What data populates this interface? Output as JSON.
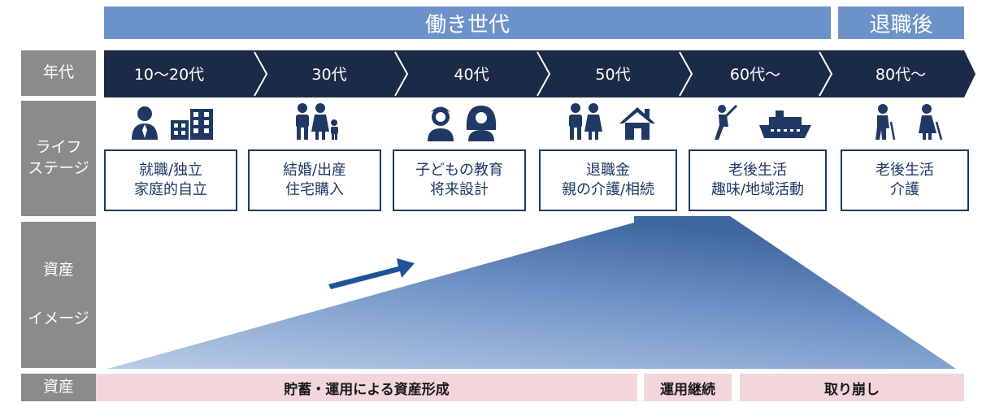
{
  "header": {
    "working_label": "働き世代",
    "retired_label": "退職後"
  },
  "row_labels": {
    "age": "年代",
    "life_stage_line1": "ライフ",
    "life_stage_line2": "ステージ",
    "asset_image_line1": "資産",
    "asset_image_line2": "イメージ",
    "asset": "資産"
  },
  "ages": [
    "10～20代",
    "30代",
    "40代",
    "50代",
    "60代～",
    "80代～"
  ],
  "stages": [
    {
      "line1": "就職/独立",
      "line2": "家庭的自立",
      "icons": [
        "businessman-icon",
        "building-icon"
      ]
    },
    {
      "line1": "結婚/出産",
      "line2": "住宅購入",
      "icons": [
        "family-icon"
      ]
    },
    {
      "line1": "子どもの教育",
      "line2": "将来設計",
      "icons": [
        "boy-icon",
        "girl-icon"
      ]
    },
    {
      "line1": "退職金",
      "line2": "親の介護/相続",
      "icons": [
        "couple-icon",
        "house-icon"
      ]
    },
    {
      "line1": "老後生活",
      "line2": "趣味/地域活動",
      "icons": [
        "golfer-icon",
        "cruise-ship-icon"
      ]
    },
    {
      "line1": "老後生活",
      "line2": "介護",
      "icons": [
        "elderly-man-icon",
        "elderly-woman-icon"
      ]
    }
  ],
  "asset_phases": {
    "formation": "貯蓄・運用による資産形成",
    "continuation": "運用継続",
    "drawdown": "取り崩し"
  },
  "colors": {
    "header_band": "#6c93c9",
    "chevron": "#1b2a47",
    "row_label": "#8b8b8b",
    "stage_border": "#1f3864",
    "asset_bar": "#f2d6dc",
    "icon": "#1f3864"
  }
}
